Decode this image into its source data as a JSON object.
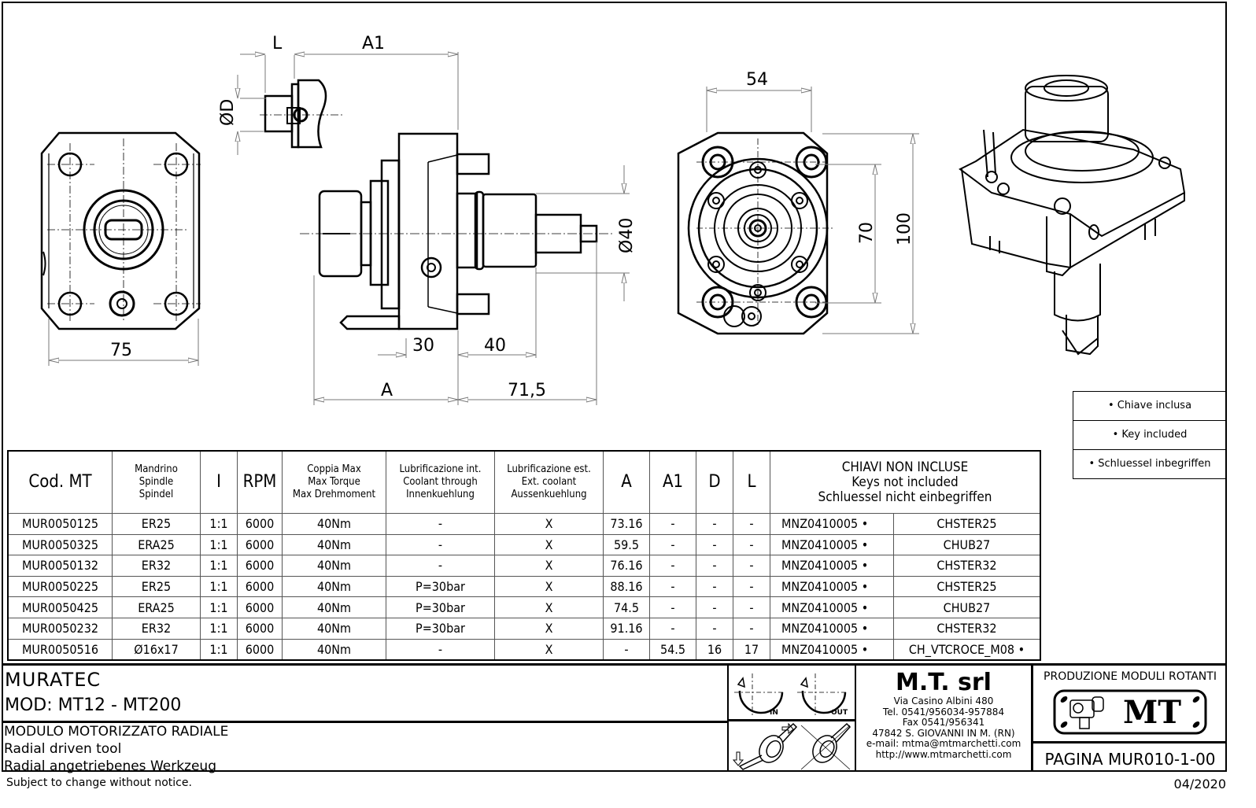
{
  "dimensions": {
    "front_width": "75",
    "L": "L",
    "A1": "A1",
    "phiD": "ØD",
    "phi40": "Ø40",
    "d30": "30",
    "d40": "40",
    "A": "A",
    "d71_5": "71,5",
    "d54": "54",
    "d70": "70",
    "d100": "100"
  },
  "legend": {
    "items": [
      "• Chiave inclusa",
      "• Key included",
      "• Schluessel inbegriffen"
    ]
  },
  "table": {
    "headers": {
      "cod": "Cod. MT",
      "spindle": [
        "Mandrino",
        "Spindle",
        "Spindel"
      ],
      "ratio": "I",
      "rpm": "RPM",
      "torque": [
        "Coppia Max",
        "Max Torque",
        "Max Drehmoment"
      ],
      "lub_int": [
        "Lubrificazione int.",
        "Coolant through",
        "Innenkuehlung"
      ],
      "lub_ext": [
        "Lubrificazione est.",
        "Ext. coolant",
        "Aussenkuehlung"
      ],
      "A": "A",
      "A1": "A1",
      "D": "D",
      "L": "L",
      "keys": [
        "CHIAVI NON INCLUSE",
        "Keys not included",
        "Schluessel nicht einbegriffen"
      ]
    },
    "rows": [
      [
        "MUR0050125",
        "ER25",
        "1:1",
        "6000",
        "40Nm",
        "-",
        "X",
        "73.16",
        "-",
        "-",
        "-",
        "MNZ0410005 •",
        "CHSTER25"
      ],
      [
        "MUR0050325",
        "ERA25",
        "1:1",
        "6000",
        "40Nm",
        "-",
        "X",
        "59.5",
        "-",
        "-",
        "-",
        "MNZ0410005 •",
        "CHUB27"
      ],
      [
        "MUR0050132",
        "ER32",
        "1:1",
        "6000",
        "40Nm",
        "-",
        "X",
        "76.16",
        "-",
        "-",
        "-",
        "MNZ0410005 •",
        "CHSTER32"
      ],
      [
        "MUR0050225",
        "ER25",
        "1:1",
        "6000",
        "40Nm",
        "P=30bar",
        "X",
        "88.16",
        "-",
        "-",
        "-",
        "MNZ0410005 •",
        "CHSTER25"
      ],
      [
        "MUR0050425",
        "ERA25",
        "1:1",
        "6000",
        "40Nm",
        "P=30bar",
        "X",
        "74.5",
        "-",
        "-",
        "-",
        "MNZ0410005 •",
        "CHUB27"
      ],
      [
        "MUR0050232",
        "ER32",
        "1:1",
        "6000",
        "40Nm",
        "P=30bar",
        "X",
        "91.16",
        "-",
        "-",
        "-",
        "MNZ0410005 •",
        "CHSTER32"
      ],
      [
        "MUR0050516",
        "Ø16x17",
        "1:1",
        "6000",
        "40Nm",
        "-",
        "X",
        "-",
        "54.5",
        "16",
        "17",
        "MNZ0410005 •",
        "CH_VTCROCE_M08 •"
      ]
    ]
  },
  "title_block": {
    "machine": "MURATEC",
    "model": "MOD: MT12 - MT200",
    "description": [
      "MODULO MOTORIZZATO RADIALE",
      "Radial driven tool",
      "Radial angetriebenes Werkzeug"
    ],
    "rotation_in": "IN",
    "rotation_out": "OUT",
    "company": {
      "name": "M.T. srl",
      "address": [
        "Via Casino Albini 480",
        "Tel. 0541/956034-957884",
        "Fax 0541/956341",
        "47842 S. GIOVANNI IN M. (RN)",
        "e-mail: mtma@mtmarchetti.com",
        "http://www.mtmarchetti.com"
      ]
    },
    "production": "PRODUZIONE MODULI ROTANTI",
    "logo_text": "MT",
    "page": "PAGINA MUR010-1-00"
  },
  "footer": {
    "note": "Subject to change without notice.",
    "date": "04/2020"
  }
}
